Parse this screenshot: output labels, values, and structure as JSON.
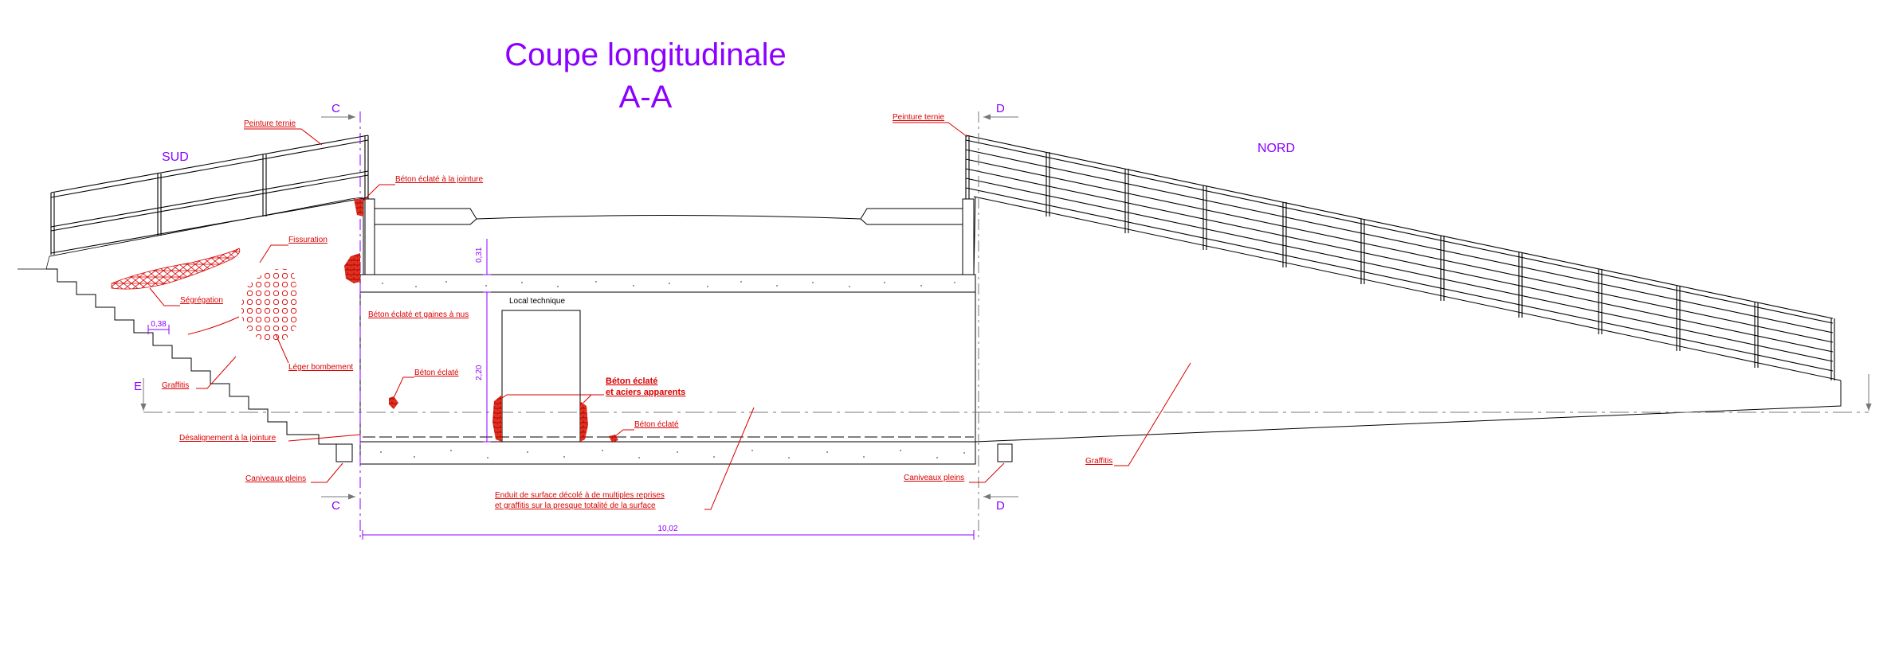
{
  "title": {
    "line1": "Coupe longitudinale",
    "line2": "A-A"
  },
  "sides": {
    "south": "SUD",
    "north": "NORD"
  },
  "section_marks": {
    "c_top": "C",
    "c_bottom": "C",
    "d_top": "D",
    "d_bottom": "D",
    "e_left": "E"
  },
  "dimensions": {
    "top_slab": "0,31",
    "room_height": "2,20",
    "step": "0,38",
    "total_length": "10,02"
  },
  "room_label": "Local technique",
  "annotations": {
    "peinture_ternie_sud": "Peinture ternie",
    "peinture_ternie_nord": "Peinture ternie",
    "beton_eclate_jointure": "Béton éclaté à la jointure",
    "fissuration": "Fissuration",
    "segregation": "Ségrégation",
    "beton_eclate_gaines": "Béton éclaté et gaines à nus",
    "leger_bombement": "Léger bombement",
    "graffitis_sud": "Graffitis",
    "beton_eclate_left": "Béton éclaté",
    "beton_eclate_aciers_line1": "Béton éclaté",
    "beton_eclate_aciers_line2": "et aciers apparents",
    "beton_eclate_floor": "Béton éclaté",
    "desalignement": "Désalignement à la jointure",
    "caniveaux_sud": "Caniveaux pleins",
    "caniveaux_nord": "Caniveaux pleins",
    "enduit_line1": "Enduit de surface décolé à de multiples reprises",
    "enduit_line2": "et graffitis sur la presque totalité de la surface",
    "graffitis_nord": "Graffitis"
  },
  "colors": {
    "annotation": "#d90000",
    "dimension": "#8b00ff",
    "title": "#8b00ff",
    "linework": "#000000"
  }
}
